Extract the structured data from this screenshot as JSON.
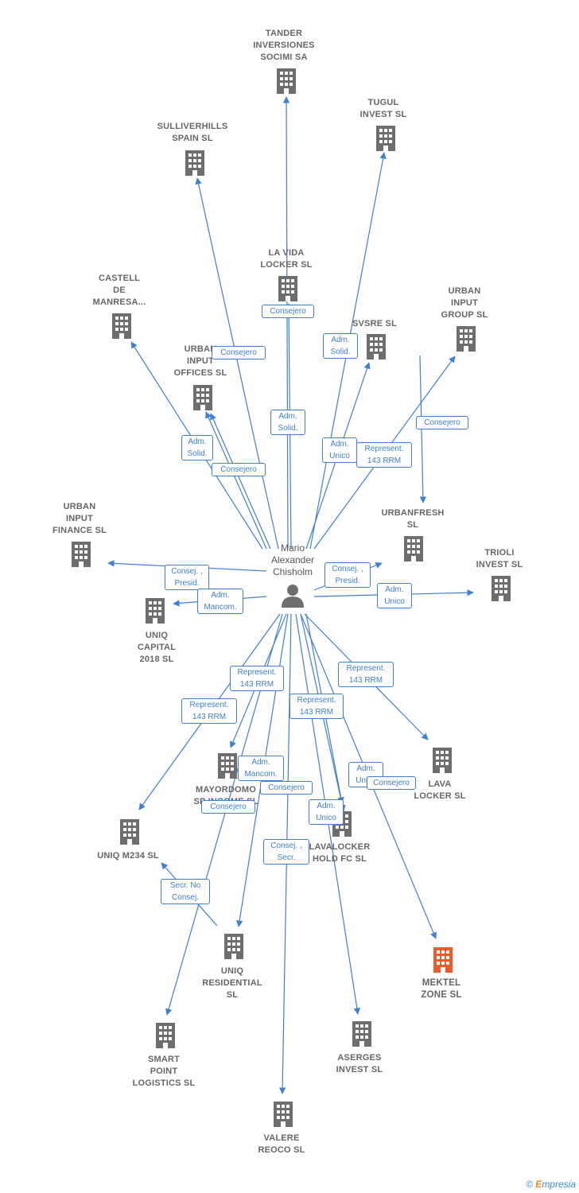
{
  "colors": {
    "edge": "#3f7fd4",
    "building": "#6e6e6e",
    "focus": "#f05a28",
    "person": "#6e6e6e"
  },
  "person": {
    "label": "Mario\nAlexander\nChisholm",
    "icon": "person-icon"
  },
  "companies": [
    {
      "id": "tander",
      "label": "TANDER\nINVERSIONES\nSOCIMI SA",
      "icon": "building-icon"
    },
    {
      "id": "tugul",
      "label": "TUGUL\nINVEST  SL",
      "icon": "building-icon"
    },
    {
      "id": "sulliverhills",
      "label": "SULLIVERHILLS\nSPAIN  SL",
      "icon": "building-icon"
    },
    {
      "id": "lavida",
      "label": "LA VIDA\nLOCKER  SL",
      "icon": "building-icon"
    },
    {
      "id": "castell",
      "label": "CASTELL\nDE\nMANRESA...",
      "icon": "building-icon"
    },
    {
      "id": "urbaninput",
      "label": "URBAN\nINPUT\nGROUP  SL",
      "icon": "building-icon"
    },
    {
      "id": "svsre",
      "label": "SVSRE  SL",
      "icon": "building-icon"
    },
    {
      "id": "urbanoffices",
      "label": "URBAN\nINPUT\nOFFICES  SL",
      "icon": "building-icon"
    },
    {
      "id": "urbanfinance",
      "label": "URBAN\nINPUT\nFINANCE  SL",
      "icon": "building-icon"
    },
    {
      "id": "urbanfresh",
      "label": "URBANFRESH\nSL",
      "icon": "building-icon"
    },
    {
      "id": "trioli",
      "label": "TRIOLI\nINVEST  SL",
      "icon": "building-icon"
    },
    {
      "id": "uniqcapital",
      "label": "UNIQ\nCAPITAL\n2018  SL",
      "icon": "building-icon"
    },
    {
      "id": "lavalocker",
      "label": "LAVA\nLOCKER SL",
      "icon": "building-icon"
    },
    {
      "id": "mayordomo",
      "label": "MAYORDOMO\nSP INCOME  SL",
      "icon": "building-icon"
    },
    {
      "id": "uniqm234",
      "label": "UNIQ M234  SL",
      "icon": "building-icon"
    },
    {
      "id": "lavalockerhold",
      "label": "LAVALOCKER\nHOLD FC  SL",
      "icon": "building-icon"
    },
    {
      "id": "uniqres",
      "label": "UNIQ\nRESIDENTIAL\nSL",
      "icon": "building-icon"
    },
    {
      "id": "mektel",
      "label": "MEKTEL\nZONE  SL",
      "icon": "building-icon",
      "focus": true
    },
    {
      "id": "smartpoint",
      "label": "SMART\nPOINT\nLOGISTICS  SL",
      "icon": "building-icon"
    },
    {
      "id": "aserges",
      "label": "ASERGES\nINVEST  SL",
      "icon": "building-icon"
    },
    {
      "id": "valere",
      "label": "VALERE\nREOCO  SL",
      "icon": "building-icon"
    }
  ],
  "edge_labels": [
    "Consejero",
    "Consejero",
    "Adm.\nSolid.",
    "Adm.\nSolid.",
    "Adm.\nSolid.",
    "Consejero",
    "Adm.\nUnico",
    "Represent.\n143 RRM",
    "Consejero",
    "Consej. ,\nPresid.",
    "Adm.\nMancom.",
    "Consej. ,\nPresid.",
    "Adm.\nUnico",
    "Represent.\n143 RRM",
    "Represent.\n143 RRM",
    "Represent.\n143 RRM",
    "Represent.\n143 RRM",
    "Adm.\nMancom.",
    "Consejero",
    "Consejero",
    "Adm.\nUnico",
    "Consejero",
    "Adm.\nUnico",
    "Consej. ,\nSecr.",
    "Secr.  No\nConsej."
  ],
  "footer": {
    "copyright": "©",
    "brand_initial": "E",
    "brand_rest": "mpresia"
  }
}
